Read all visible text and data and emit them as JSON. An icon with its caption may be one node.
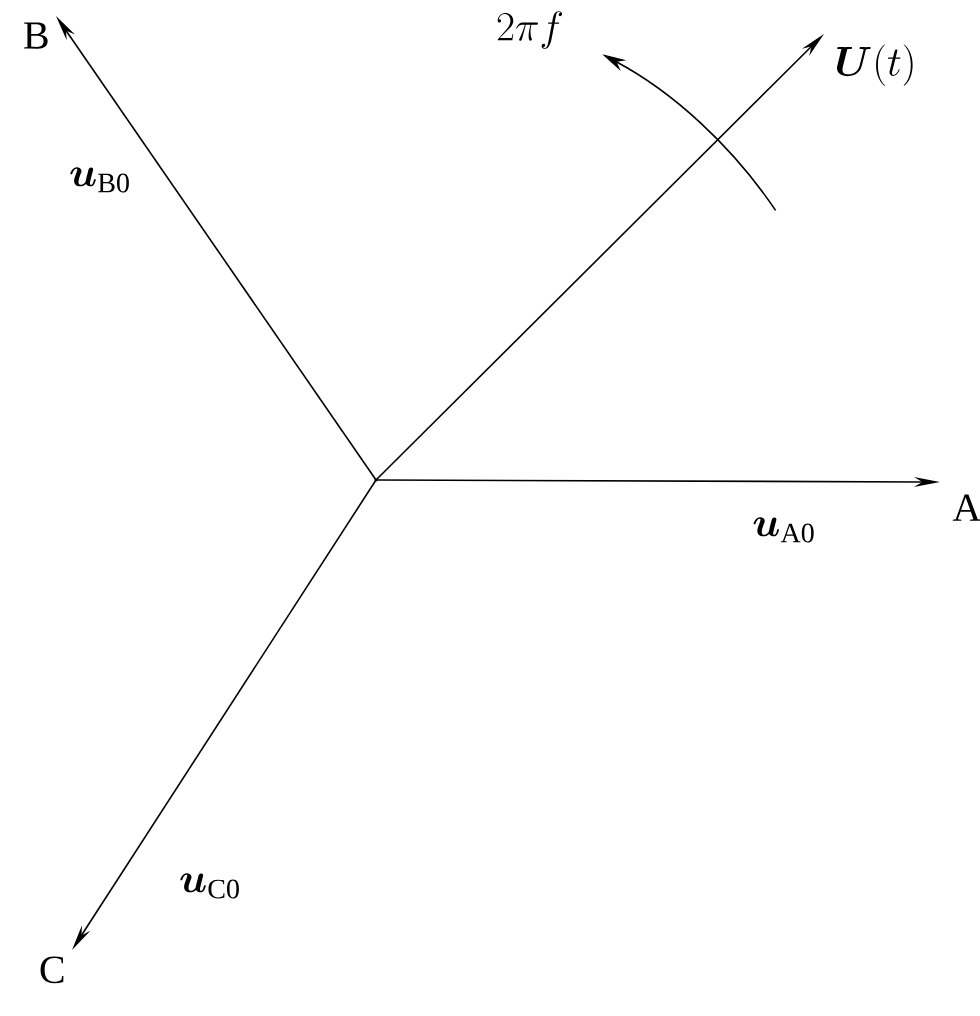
{
  "diagram": {
    "nodes": [
      {
        "text": [],
        "shape": "point"
      },
      {
        "text": [
          "A"
        ]
      },
      {
        "text": [
          "B"
        ]
      },
      {
        "text": [
          "C"
        ]
      },
      {
        "text": [
          "\\boldsymbol{U}(t)"
        ]
      }
    ],
    "edges": [
      {
        "from": 0,
        "to": 1,
        "arrow": "to",
        "label": "\\boldsymbol{u}_{\\mathrm{A0}}"
      },
      {
        "from": 0,
        "to": 2,
        "arrow": "to",
        "label": "\\boldsymbol{u}_{\\mathrm{B0}}"
      },
      {
        "from": 0,
        "to": 3,
        "arrow": "to",
        "label": "\\boldsymbol{u}_{\\mathrm{C0}}"
      },
      {
        "from": 0,
        "to": 4,
        "arrow": "to"
      }
    ],
    "labels": [
      "2\\pi f"
    ]
  }
}
